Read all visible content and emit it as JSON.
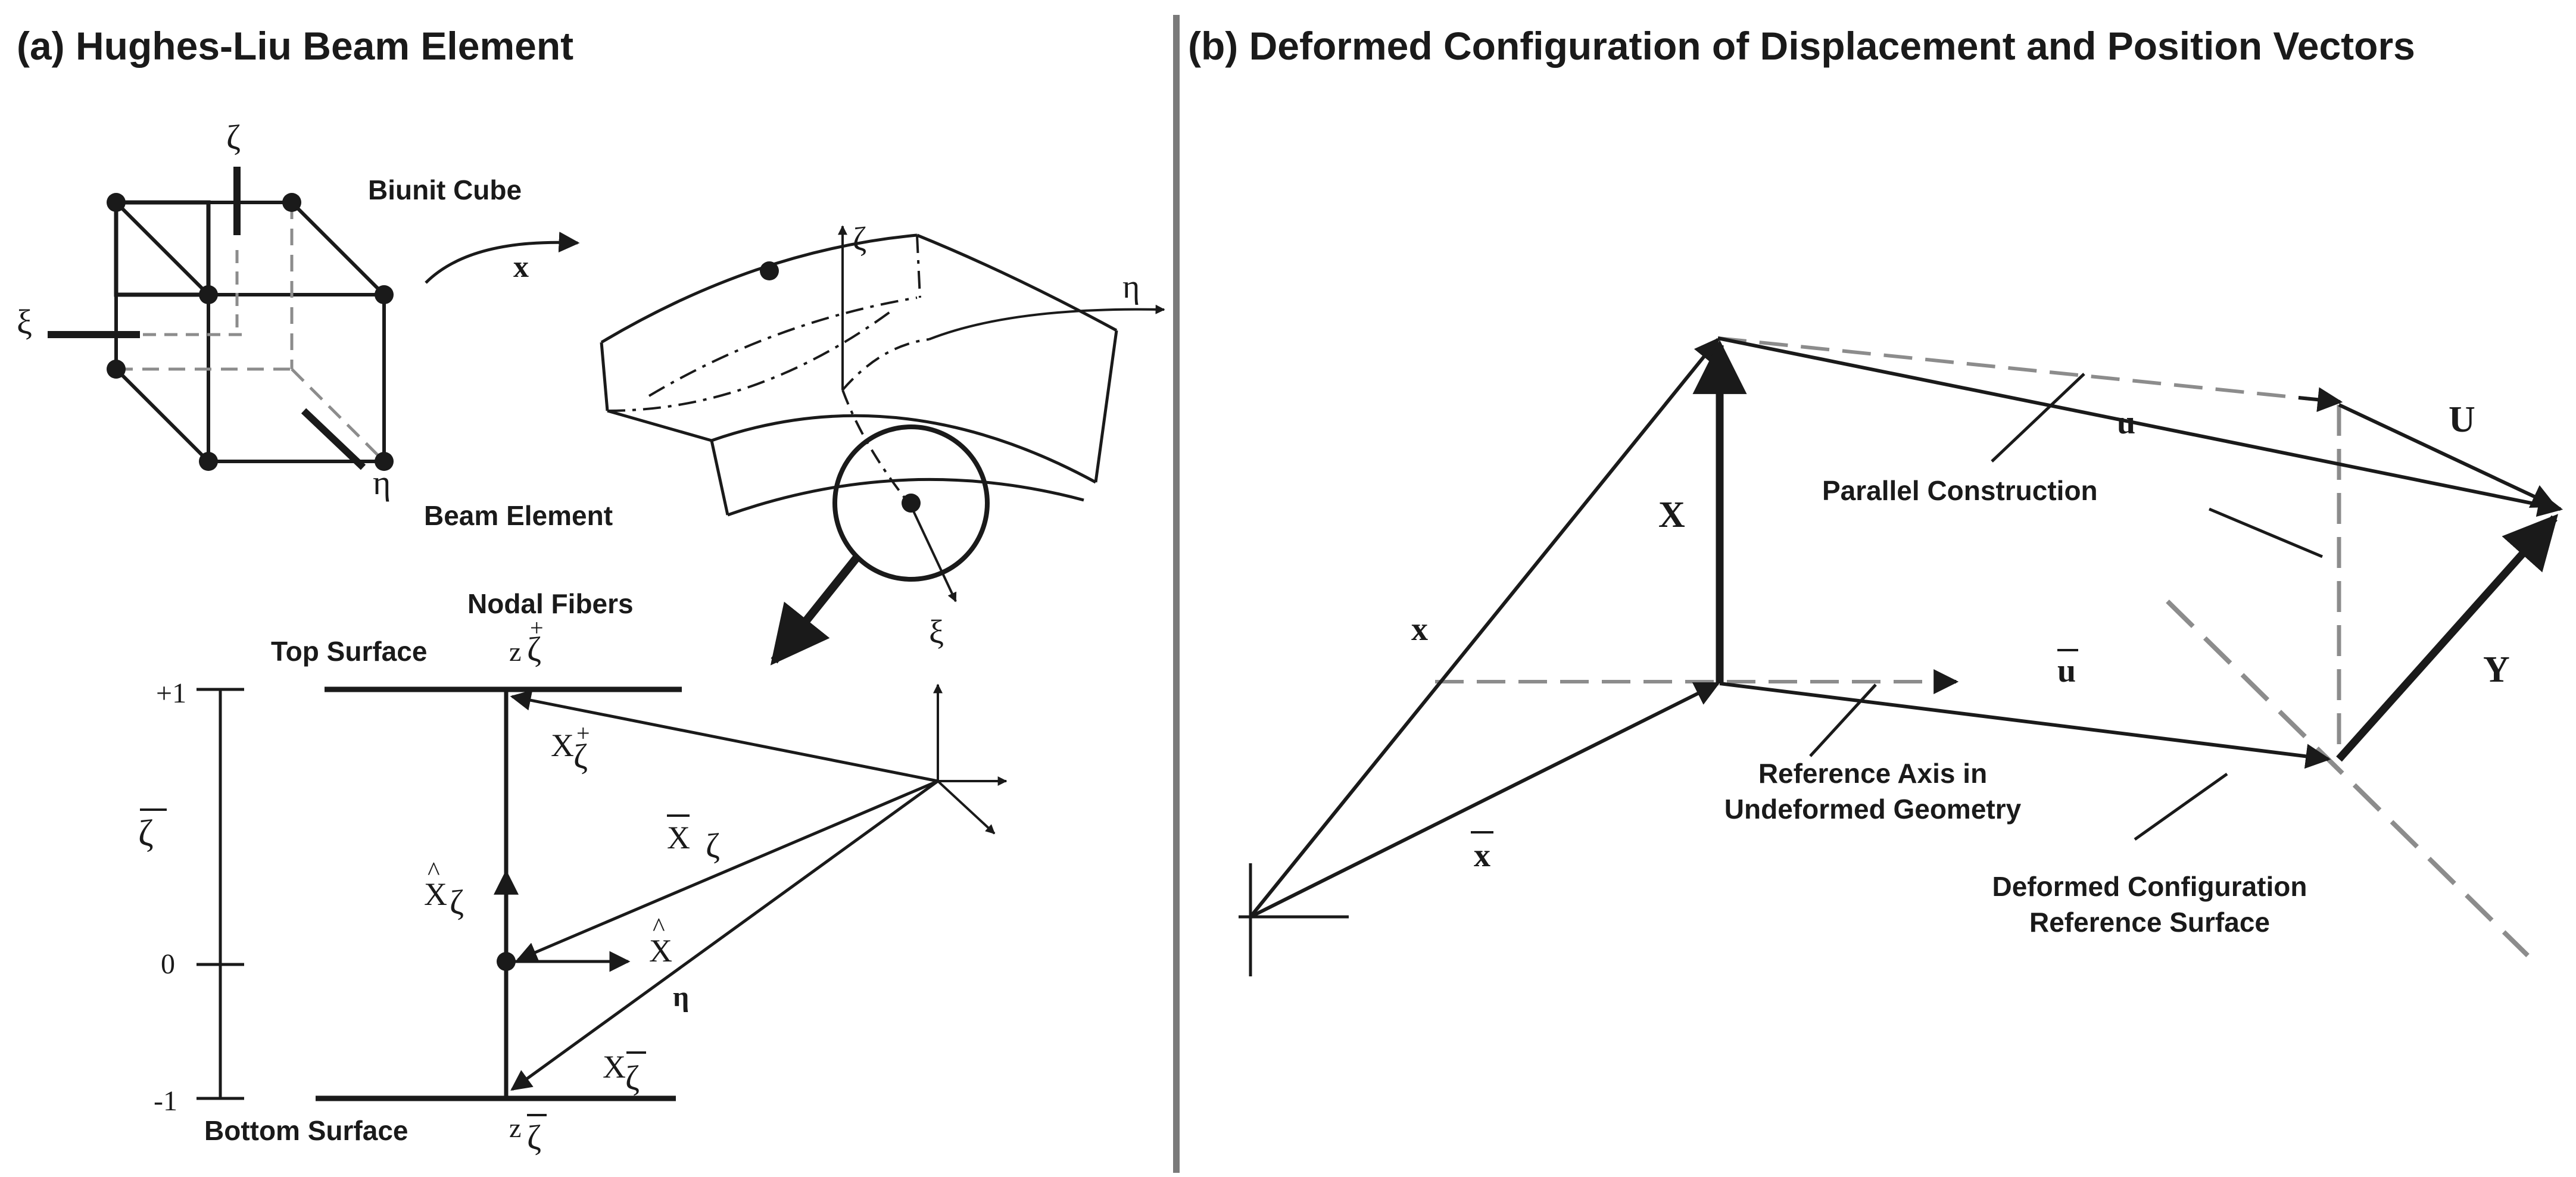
{
  "panel_a": {
    "title": "(a) Hughes-Liu Beam Element",
    "labels": {
      "biunit_cube": "Biunit Cube",
      "beam_element": "Beam Element",
      "nodal_fibers": "Nodal Fibers",
      "top_surface": "Top Surface",
      "bottom_surface": "Bottom Surface"
    },
    "symbols": {
      "zeta": "ζ",
      "xi": "ξ",
      "eta": "η",
      "map_x": "x",
      "plus_one": "+1",
      "zero": "0",
      "minus_one": "-1",
      "z": "z",
      "X": "X",
      "hat": "^",
      "bar": "‾",
      "plus": "+",
      "eta_bold": "η"
    }
  },
  "panel_b": {
    "title": "(b) Deformed Configuration of Displacement and Position Vectors",
    "labels": {
      "parallel_construction": "Parallel Construction",
      "reference_axis_line1": "Reference Axis in",
      "reference_axis_line2": "Undeformed Geometry",
      "deformed_config_line1": "Deformed Configuration",
      "deformed_config_line2": "Reference Surface"
    },
    "symbols": {
      "X": "X",
      "x": "x",
      "x_bar": "x",
      "u": "u",
      "u_bar": "u",
      "U": "U",
      "Y": "Y"
    }
  },
  "colors": {
    "ink": "#1a1a1a",
    "dashed_gray": "#8c8c8c",
    "divider": "#7a7a7a"
  }
}
